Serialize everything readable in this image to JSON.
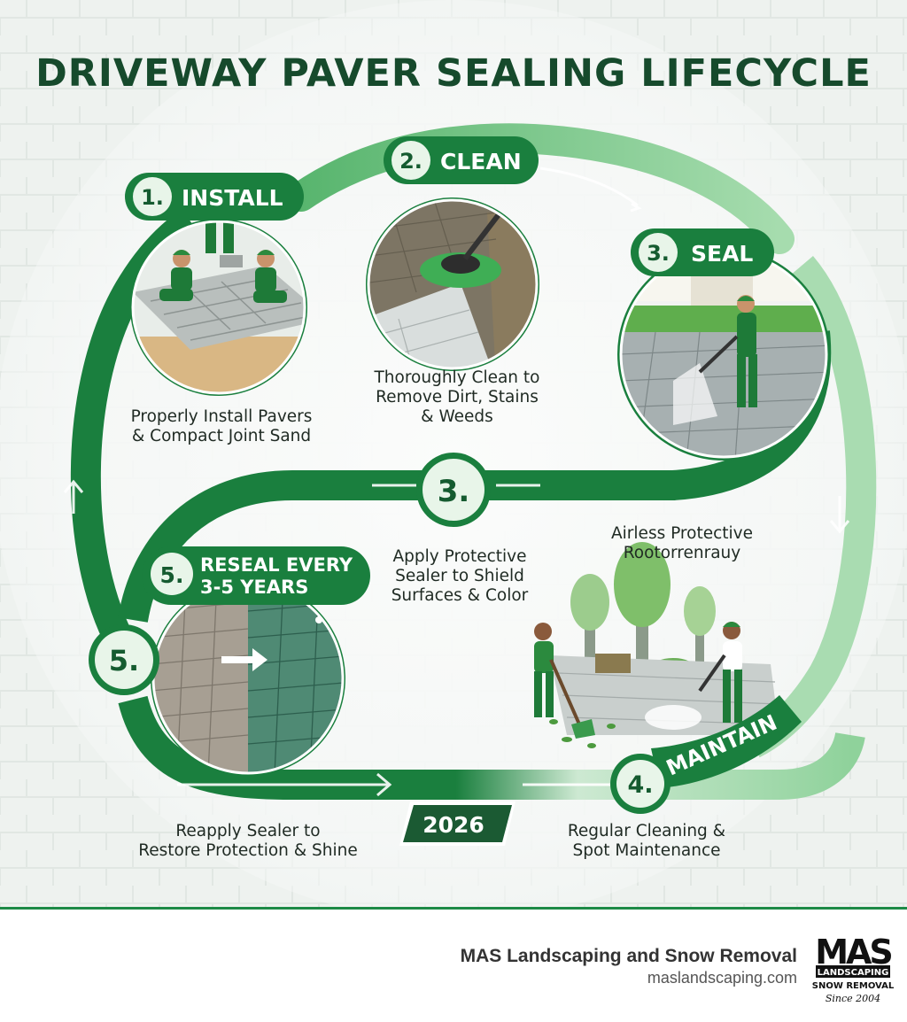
{
  "title": "DRIVEWAY PAVER SEALING LIFECYCLE",
  "steps": {
    "install": {
      "badge": "1.",
      "label": "INSTALL",
      "caption": [
        "Properly Install Pavers",
        "& Compact Joint Sand"
      ],
      "icon": "paver-install-illustration"
    },
    "clean": {
      "badge": "2.",
      "label": "CLEAN",
      "caption": [
        "Thoroughly Clean to",
        "Remove Dirt, Stains",
        "& Weeds"
      ],
      "icon": "surface-cleaner-illustration"
    },
    "seal": {
      "badge": "3.",
      "label": "SEAL",
      "icon": "sealer-sprayer-illustration"
    },
    "apply": {
      "badge": "3.",
      "caption": [
        "Apply Protective",
        "Sealer to Shield",
        "Surfaces & Color"
      ]
    },
    "airless": {
      "caption": [
        "Airless Protective",
        "Rootorrenrauy"
      ]
    },
    "maintain": {
      "badge": "4.",
      "label": "MAINTAIN",
      "caption": [
        "Regular Cleaning &",
        "Spot Maintenance"
      ],
      "icon": "maintenance-crew-illustration"
    },
    "reseal": {
      "badge": "5.",
      "label_line1": "RESEAL EVERY",
      "label_line2": "3-5 YEARS",
      "caption": [
        "Reapply Sealer to",
        "Restore Protection & Shine"
      ],
      "icon": "reseal-before-after-illustration"
    },
    "reseal_node": {
      "badge": "5."
    }
  },
  "year_badge": "2026",
  "footer": {
    "company": "MAS Landscaping and Snow Removal",
    "website": "maslandscaping.com",
    "logo": {
      "mark": "MAS",
      "line1": "LANDSCAPING",
      "line2": "SNOW REMOVAL",
      "line3": "Since 2004"
    }
  },
  "colors": {
    "dark_green": "#1a7f3e",
    "light_green": "#8fd29b",
    "title": "#164a2c",
    "badge_dark": "#155b30"
  }
}
